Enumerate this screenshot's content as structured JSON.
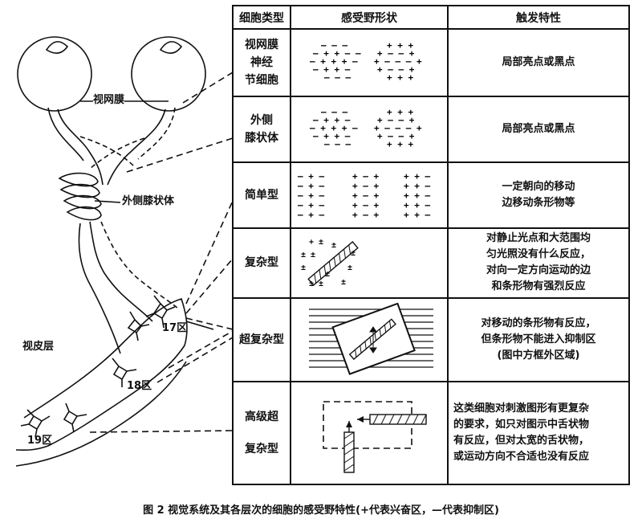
{
  "figure": {
    "caption": "图 2  视觉系统及其各层次的细胞的感受野特性(+代表兴奋区，—代表抑制区)"
  },
  "diagram": {
    "labels": {
      "retina": "视网膜",
      "lgn": "外侧膝状体",
      "cortex": "视皮层",
      "area17": "17区",
      "area18": "18区",
      "area19": "19区"
    }
  },
  "table": {
    "headers": [
      "细胞类型",
      "感受野形状",
      "触发特性"
    ],
    "rows": [
      {
        "type": "视网膜\n神经\n节细胞",
        "property": "局部亮点或黑点"
      },
      {
        "type": "外侧\n膝状体",
        "property": "局部亮点或黑点"
      },
      {
        "type": "简单型",
        "property": "一定朝向的移动\n边移动条形物等"
      },
      {
        "type": "复杂型",
        "property": "对静止光点和大范围均\n匀光照没有什么反应，\n对向一定方向运动的边\n和条形物有强烈反应"
      },
      {
        "type": "超复杂型",
        "property": "对移动的条形物有反应，\n但条形物不能进入抑制区\n(图中方框外区域)"
      },
      {
        "type": "高级超\n复杂型",
        "property": "这类细胞对刺激图形有更复杂\n的要求，如只对图示中舌状物\n有反应，但对太宽的舌状物，\n或运动方向不合适也没有反应"
      }
    ]
  }
}
